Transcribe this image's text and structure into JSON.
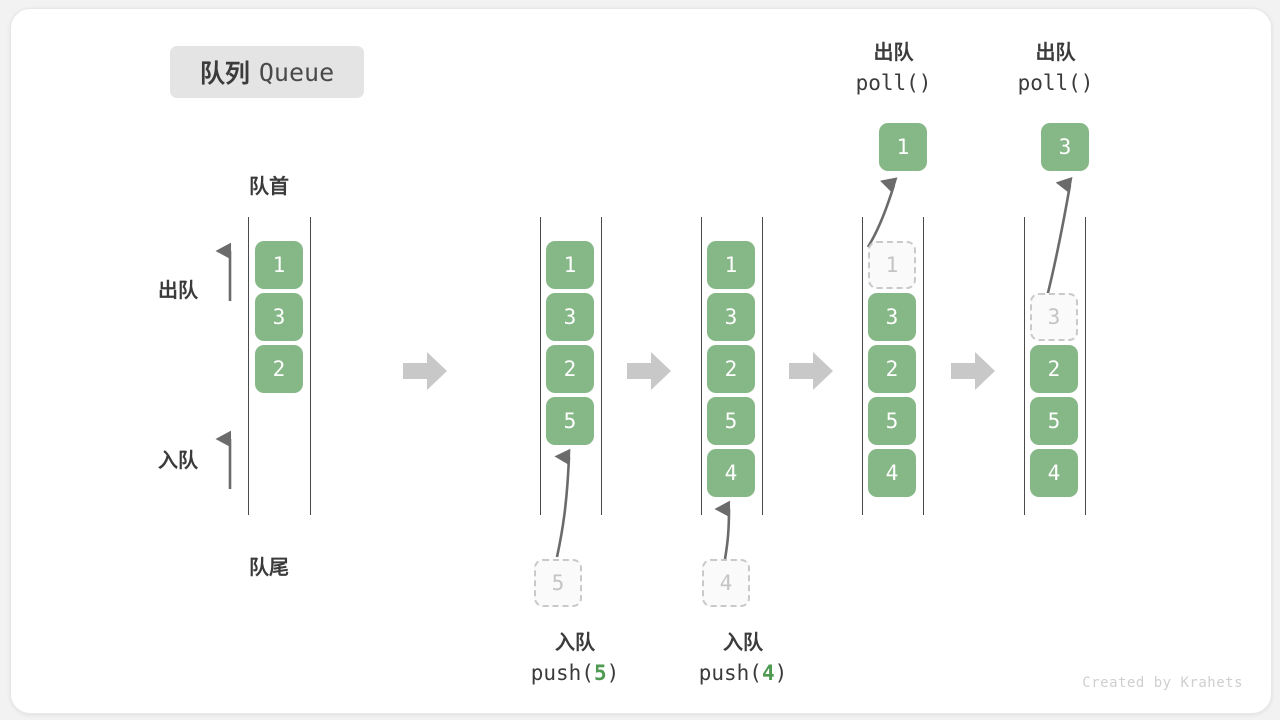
{
  "title": {
    "cn": "队列",
    "en": "Queue"
  },
  "labels": {
    "front": "队首",
    "rear": "队尾",
    "dequeue": "出队",
    "enqueue": "入队"
  },
  "watermark": "Created by Krahets",
  "colors": {
    "element_green": "#86b887",
    "ghost_gray": "#c4c4c4",
    "rail_gray": "#4a4a4a",
    "arrow_gray": "#c8c8c8",
    "text_dark": "#3b3b3b",
    "accent_green_text": "#4e9a51",
    "badge_bg": "#e4e4e4",
    "card_bg": "#ffffff",
    "page_bg": "#f2f2f2"
  },
  "stages": [
    {
      "id": "initial",
      "items": [
        "1",
        "3",
        "2"
      ],
      "ghost_index": -1,
      "operation": null,
      "result": null
    },
    {
      "id": "push-5",
      "items": [
        "1",
        "3",
        "2",
        "5"
      ],
      "ghost_index": -1,
      "operation": {
        "cn": "入队",
        "code_prefix": "push(",
        "code_value": "5",
        "code_suffix": ")"
      },
      "incoming": "5",
      "result": null
    },
    {
      "id": "push-4",
      "items": [
        "1",
        "3",
        "2",
        "5",
        "4"
      ],
      "ghost_index": -1,
      "operation": {
        "cn": "入队",
        "code_prefix": "push(",
        "code_value": "4",
        "code_suffix": ")"
      },
      "incoming": "4",
      "result": null
    },
    {
      "id": "poll-1",
      "items": [
        "1",
        "3",
        "2",
        "5",
        "4"
      ],
      "ghost_index": 0,
      "operation": {
        "cn": "出队",
        "code_prefix": "poll(",
        "code_value": "",
        "code_suffix": ")"
      },
      "result": "1"
    },
    {
      "id": "poll-3",
      "items": [
        "3",
        "2",
        "5",
        "4"
      ],
      "ghost_index": 0,
      "operation": {
        "cn": "出队",
        "code_prefix": "poll(",
        "code_value": "",
        "code_suffix": ")"
      },
      "result": "3"
    }
  ],
  "separators": [
    "arrow-right-icon",
    "arrow-right-icon",
    "arrow-right-icon",
    "arrow-right-icon"
  ]
}
